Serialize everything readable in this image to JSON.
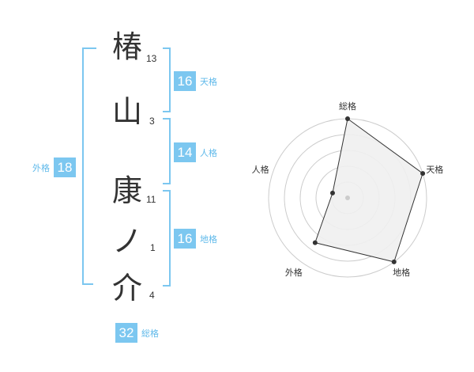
{
  "name_chars": [
    {
      "char": "椿",
      "strokes": "13"
    },
    {
      "char": "山",
      "strokes": "3"
    },
    {
      "char": "康",
      "strokes": "11"
    },
    {
      "char": "ノ",
      "strokes": "1"
    },
    {
      "char": "介",
      "strokes": "4"
    }
  ],
  "fortunes": {
    "tenkaku": {
      "value": "16",
      "label": "天格"
    },
    "jinkaku": {
      "value": "14",
      "label": "人格"
    },
    "chikaku": {
      "value": "16",
      "label": "地格"
    },
    "gaikaku": {
      "value": "18",
      "label": "外格"
    },
    "soukaku": {
      "value": "32",
      "label": "総格"
    }
  },
  "colors": {
    "accent": "#7cc7f0",
    "accent_text": "#5fb9ea",
    "text": "#333333",
    "radar_fill": "#f0f0f0"
  },
  "chart_data": {
    "type": "radar",
    "axes": [
      "総格",
      "天格",
      "地格",
      "外格",
      "人格"
    ],
    "values": [
      5,
      5,
      5,
      3.5,
      1
    ],
    "max": 5,
    "rings": 5
  }
}
